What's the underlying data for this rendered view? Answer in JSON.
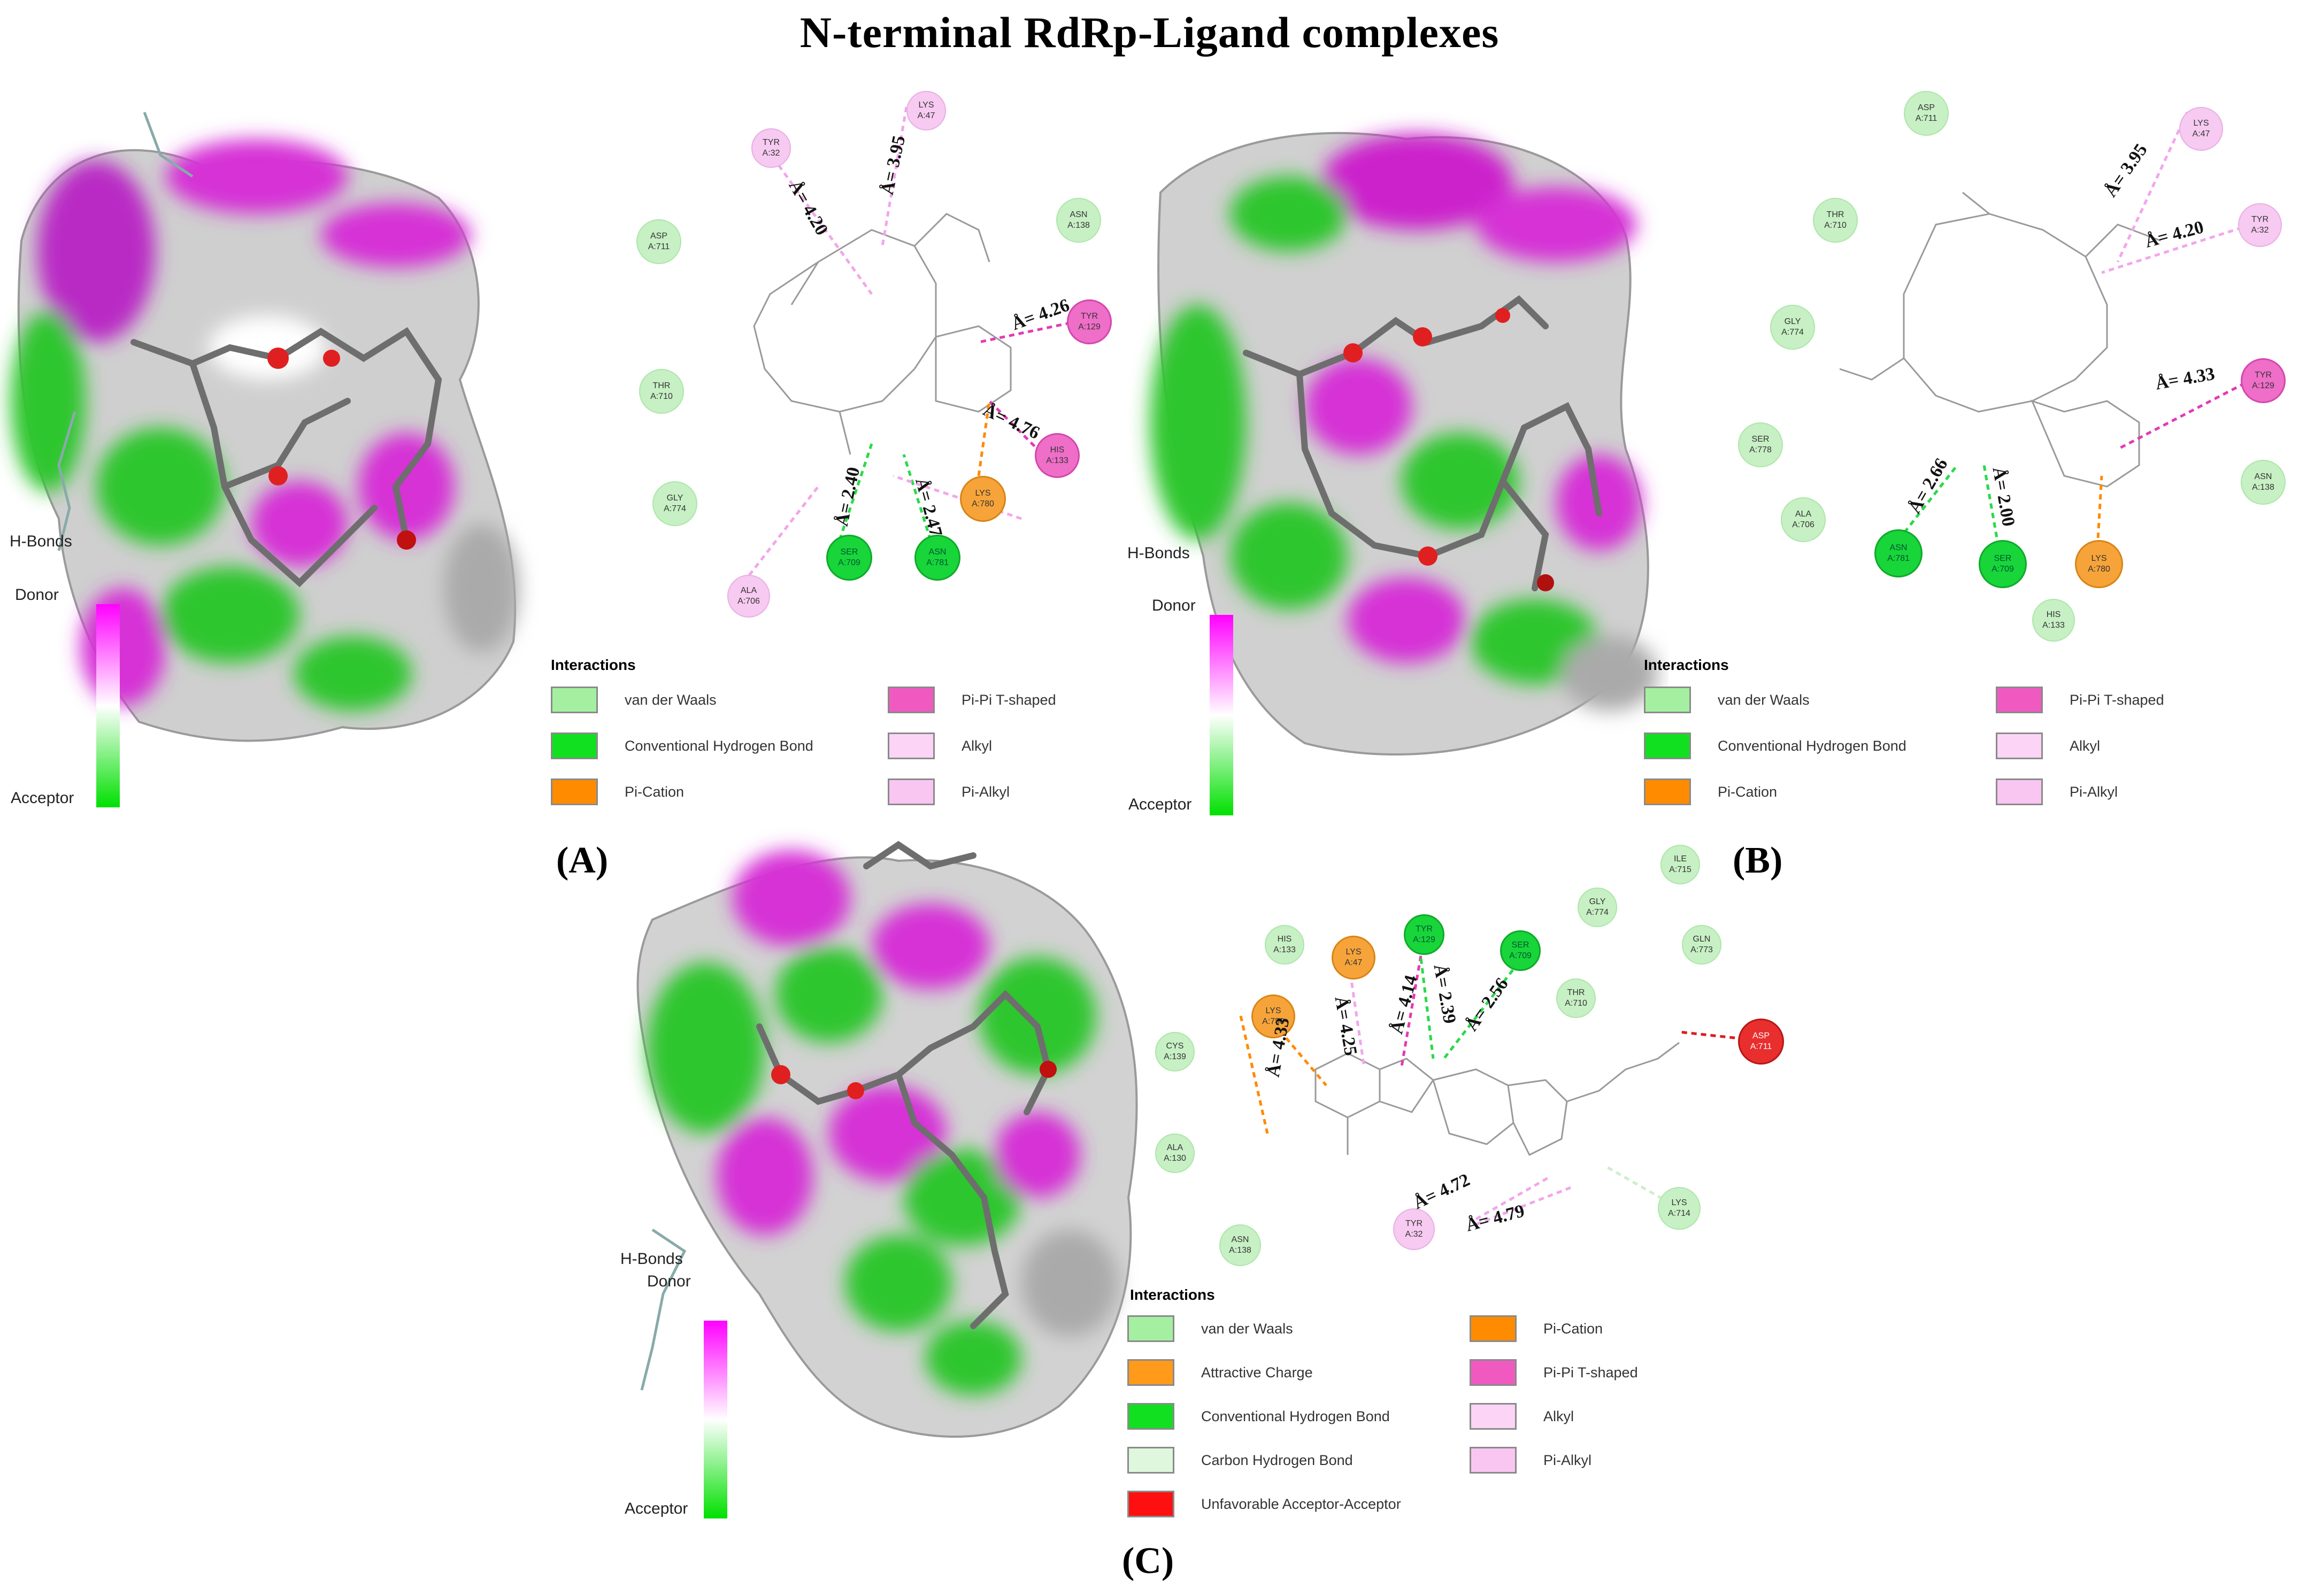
{
  "title": "N-terminal RdRp-Ligand complexes",
  "panels": {
    "A": {
      "label": "(A)",
      "hbonds": {
        "title": "H-Bonds",
        "donor": "Donor",
        "acceptor": "Acceptor"
      },
      "residues": [
        {
          "name": "TYR",
          "id": "A:32",
          "type": "alkyl"
        },
        {
          "name": "LYS",
          "id": "A:47",
          "type": "alkyl"
        },
        {
          "name": "ASN",
          "id": "A:138",
          "type": "vdw"
        },
        {
          "name": "ASP",
          "id": "A:711",
          "type": "vdw"
        },
        {
          "name": "TYR",
          "id": "A:129",
          "type": "pipi"
        },
        {
          "name": "THR",
          "id": "A:710",
          "type": "vdw"
        },
        {
          "name": "HIS",
          "id": "A:133",
          "type": "pipi"
        },
        {
          "name": "GLY",
          "id": "A:774",
          "type": "vdw"
        },
        {
          "name": "LYS",
          "id": "A:780",
          "type": "cation"
        },
        {
          "name": "SER",
          "id": "A:709",
          "type": "hbond"
        },
        {
          "name": "ASN",
          "id": "A:781",
          "type": "hbond"
        },
        {
          "name": "ALA",
          "id": "A:706",
          "type": "alkyl"
        }
      ],
      "distances": [
        "Å= 4.20",
        "Å= 3.95",
        "Å= 4.26",
        "Å= 4.76",
        "Å= 2.40",
        "Å= 2.47"
      ],
      "legend": {
        "title": "Interactions",
        "items": [
          {
            "label": "van der Waals",
            "color": "#a4f0a0"
          },
          {
            "label": "Pi-Pi T-shaped",
            "color": "#f05ac0"
          },
          {
            "label": "Conventional Hydrogen Bond",
            "color": "#10e020"
          },
          {
            "label": "Alkyl",
            "color": "#fcd4f6"
          },
          {
            "label": "Pi-Cation",
            "color": "#ff8c00"
          },
          {
            "label": "Pi-Alkyl",
            "color": "#f9c6f2"
          }
        ]
      }
    },
    "B": {
      "label": "(B)",
      "hbonds": {
        "title": "H-Bonds",
        "donor": "Donor",
        "acceptor": "Acceptor"
      },
      "residues": [
        {
          "name": "ASP",
          "id": "A:711",
          "type": "vdw"
        },
        {
          "name": "LYS",
          "id": "A:47",
          "type": "alkyl"
        },
        {
          "name": "THR",
          "id": "A:710",
          "type": "vdw"
        },
        {
          "name": "TYR",
          "id": "A:32",
          "type": "alkyl"
        },
        {
          "name": "GLY",
          "id": "A:774",
          "type": "vdw"
        },
        {
          "name": "SER",
          "id": "A:778",
          "type": "vdw"
        },
        {
          "name": "TYR",
          "id": "A:129",
          "type": "pipi"
        },
        {
          "name": "ALA",
          "id": "A:706",
          "type": "vdw"
        },
        {
          "name": "ASN",
          "id": "A:138",
          "type": "vdw"
        },
        {
          "name": "ASN",
          "id": "A:781",
          "type": "hbond"
        },
        {
          "name": "SER",
          "id": "A:709",
          "type": "hbond"
        },
        {
          "name": "LYS",
          "id": "A:780",
          "type": "cation"
        },
        {
          "name": "HIS",
          "id": "A:133",
          "type": "vdw"
        }
      ],
      "distances": [
        "Å= 3.95",
        "Å= 4.20",
        "Å= 4.33",
        "Å= 2.66",
        "Å= 2.00"
      ],
      "legend": {
        "title": "Interactions",
        "items": [
          {
            "label": "van der Waals",
            "color": "#a4f0a0"
          },
          {
            "label": "Pi-Pi T-shaped",
            "color": "#f05ac0"
          },
          {
            "label": "Conventional Hydrogen Bond",
            "color": "#10e020"
          },
          {
            "label": "Alkyl",
            "color": "#fcd4f6"
          },
          {
            "label": "Pi-Cation",
            "color": "#ff8c00"
          },
          {
            "label": "Pi-Alkyl",
            "color": "#f9c6f2"
          }
        ]
      }
    },
    "C": {
      "label": "(C)",
      "hbonds": {
        "title": "H-Bonds",
        "donor": "Donor",
        "acceptor": "Acceptor"
      },
      "residues": [
        {
          "name": "ILE",
          "id": "A:715",
          "type": "vdw"
        },
        {
          "name": "GLY",
          "id": "A:774",
          "type": "vdw"
        },
        {
          "name": "HIS",
          "id": "A:133",
          "type": "vdw"
        },
        {
          "name": "LYS",
          "id": "A:47",
          "type": "cation"
        },
        {
          "name": "TYR",
          "id": "A:129",
          "type": "hbond"
        },
        {
          "name": "SER",
          "id": "A:709",
          "type": "hbond"
        },
        {
          "name": "GLN",
          "id": "A:773",
          "type": "vdw"
        },
        {
          "name": "LYS",
          "id": "A:780",
          "type": "cation"
        },
        {
          "name": "THR",
          "id": "A:710",
          "type": "vdw"
        },
        {
          "name": "CYS",
          "id": "A:139",
          "type": "vdw"
        },
        {
          "name": "ASP",
          "id": "A:711",
          "type": "unfav"
        },
        {
          "name": "ALA",
          "id": "A:130",
          "type": "vdw"
        },
        {
          "name": "LYS",
          "id": "A:714",
          "type": "vdw"
        },
        {
          "name": "TYR",
          "id": "A:32",
          "type": "alkyl"
        },
        {
          "name": "ASN",
          "id": "A:138",
          "type": "vdw"
        }
      ],
      "distances": [
        "Å= 4.33",
        "Å= 4.25",
        "Å= 4.14",
        "Å= 2.39",
        "Å= 2.56",
        "Å= 4.72",
        "Å= 4.79"
      ],
      "legend": {
        "title": "Interactions",
        "items": [
          {
            "label": "van der Waals",
            "color": "#a4f0a0"
          },
          {
            "label": "Pi-Cation",
            "color": "#ff8c00"
          },
          {
            "label": "Attractive Charge",
            "color": "#ff9a1a"
          },
          {
            "label": "Pi-Pi T-shaped",
            "color": "#f05ac0"
          },
          {
            "label": "Conventional Hydrogen Bond",
            "color": "#10e020"
          },
          {
            "label": "Alkyl",
            "color": "#fcd4f6"
          },
          {
            "label": "Carbon Hydrogen Bond",
            "color": "#dff7dc"
          },
          {
            "label": "Pi-Alkyl",
            "color": "#f9c6f2"
          },
          {
            "label": "Unfavorable Acceptor-Acceptor",
            "color": "#ff1010"
          }
        ]
      }
    }
  }
}
